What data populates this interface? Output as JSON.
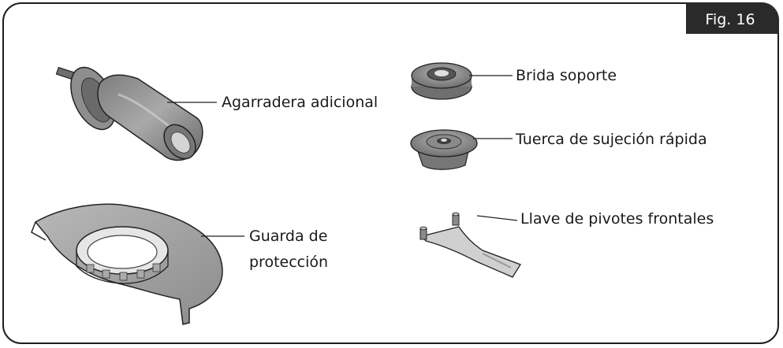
{
  "figure": {
    "tab_label": "Fig. 16"
  },
  "parts": {
    "handle": "Agarradera adicional",
    "guard_line1": "Guarda de",
    "guard_line2": "protección",
    "flange": "Brida soporte",
    "nut": "Tuerca de sujeción rápida",
    "wrench": "Llave de pivotes frontales"
  },
  "colors": {
    "frame": "#1e1e1e",
    "tab": "#2a2a2a",
    "part_fill": "#9a9a9a",
    "part_dark": "#5a5a5a"
  }
}
